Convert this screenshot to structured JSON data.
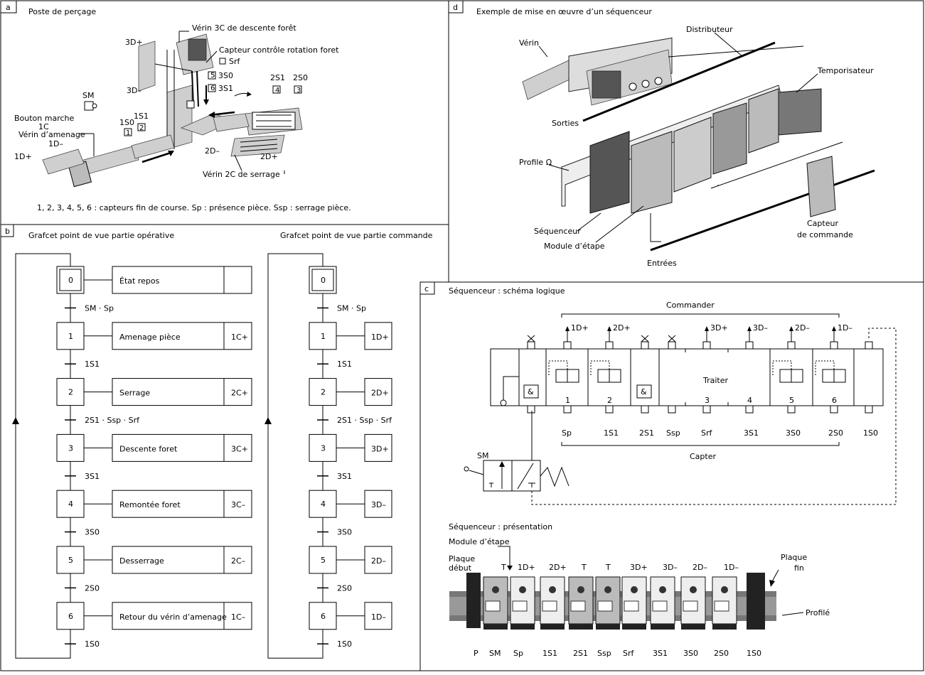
{
  "panel_a": {
    "letter": "a",
    "title": "Poste de perçage",
    "labels": {
      "verin3c": "Vérin 3C de descente forêt",
      "capteur_rot": "Capteur contrôle rotation foret",
      "srf": "Srf",
      "l3dplus": "3D+",
      "l3dminus": "3D–",
      "l3s0": "3S0",
      "l3s1": "3S1",
      "l2s1": "2S1",
      "l2s0": "2S0",
      "sm": "SM",
      "bouton": "Bouton marche",
      "l1c": "1C",
      "verin_am": "Vérin d’amenage",
      "l1s0": "1S0",
      "l1s1": "1S1",
      "l1dminus": "1D–",
      "l1dplus": "1D+",
      "l2dminus": "2D–",
      "l2dplus": "2D+",
      "verin2c": "Vérin 2C de serrage",
      "n5": "5",
      "n6": "6",
      "n4": "4",
      "n3": "3",
      "n1": "1",
      "n2": "2"
    },
    "caption": "1, 2, 3, 4, 5, 6 : capteurs fin de course. Sp : présence pièce. Ssp : serrage pièce."
  },
  "panel_b": {
    "letter": "b",
    "title_po": "Grafcet point de vue partie opérative",
    "title_pc": "Grafcet point de vue partie commande",
    "steps": [
      {
        "num": "0",
        "action_po": "État repos",
        "code_po": "",
        "code_pc": ""
      },
      {
        "num": "1",
        "action_po": "Amenage pièce",
        "code_po": "1C+",
        "code_pc": "1D+"
      },
      {
        "num": "2",
        "action_po": "Serrage",
        "code_po": "2C+",
        "code_pc": "2D+"
      },
      {
        "num": "3",
        "action_po": "Descente foret",
        "code_po": "3C+",
        "code_pc": "3D+"
      },
      {
        "num": "4",
        "action_po": "Remontée foret",
        "code_po": "3C–",
        "code_pc": "3D–"
      },
      {
        "num": "5",
        "action_po": "Desserrage",
        "code_po": "2C–",
        "code_pc": "2D–"
      },
      {
        "num": "6",
        "action_po": "Retour du vérin d’amenage",
        "code_po": "1C–",
        "code_pc": "1D–"
      }
    ],
    "transitions": [
      "SM · Sp",
      "1S1",
      "2S1 · Ssp · Srf",
      "3S1",
      "3S0",
      "2S0",
      "1S0"
    ]
  },
  "panel_c": {
    "letter": "c",
    "title_logic": "Séquenceur : schéma logique",
    "commander": "Commander",
    "capter": "Capter",
    "traiter": "Traiter",
    "sm": "SM",
    "and_symbol": "&",
    "outputs": [
      "1D+",
      "2D+",
      "3D+",
      "3D–",
      "2D–",
      "1D–"
    ],
    "step_numbers": [
      "1",
      "2",
      "3",
      "4",
      "5",
      "6"
    ],
    "inputs": [
      "Sp",
      "1S1",
      "2S1",
      "Ssp",
      "Srf",
      "3S1",
      "3S0",
      "2S0",
      "1S0"
    ],
    "title_pres": "Séquenceur : présentation",
    "module_etape": "Module d’étape",
    "plaque_debut": "Plaque\ndébut",
    "plaque_fin": "Plaque\nfin",
    "profile": "Profilé",
    "top_labels": [
      "T",
      "1D+",
      "2D+",
      "T",
      "T",
      "3D+",
      "3D–",
      "2D–",
      "1D–"
    ],
    "bottom_labels": [
      "P",
      "SM",
      "Sp",
      "1S1",
      "2S1",
      "Ssp",
      "Srf",
      "3S1",
      "3S0",
      "2S0",
      "1S0"
    ]
  },
  "panel_d": {
    "letter": "d",
    "title": "Exemple de mise en œuvre d’un séquenceur",
    "labels": {
      "distributeur": "Distributeur",
      "verin": "Vérin",
      "temporisateur": "Temporisateur",
      "sorties": "Sorties",
      "profile": "Profile Ω",
      "sequenceur": "Séquenceur",
      "module": "Module d’étape",
      "entrees": "Entrées",
      "capteur": "Capteur\nde commande"
    }
  }
}
